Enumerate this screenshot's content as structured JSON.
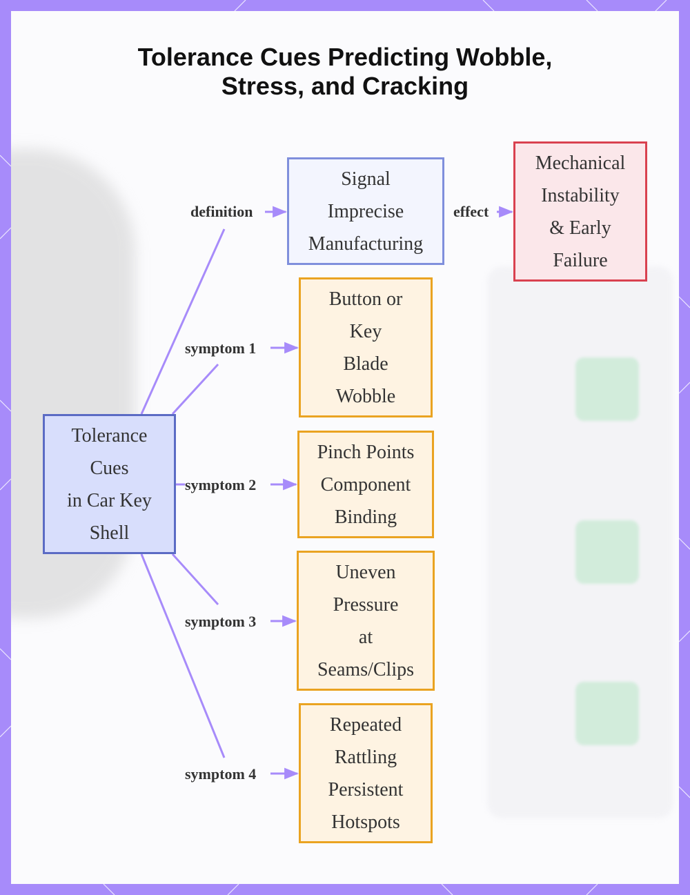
{
  "title": {
    "line1": "Tolerance Cues Predicting Wobble,",
    "line2": "Stress, and Cracking"
  },
  "colors": {
    "frame": "#a78bfa",
    "edge": "#a78bfa",
    "root_fill": "#d8defc",
    "root_border": "#5b6bc4",
    "definition_fill": "#f3f5fe",
    "definition_border": "#7f8fdc",
    "effect_fill": "#fbe7ea",
    "effect_border": "#d9414f",
    "symptom_fill": "#fef3e2",
    "symptom_border": "#eaa321"
  },
  "nodes": {
    "root": {
      "lines": [
        "Tolerance",
        "Cues",
        "in Car Key",
        "Shell"
      ]
    },
    "definition": {
      "lines": [
        "Signal",
        "Imprecise",
        "Manufacturing"
      ]
    },
    "effect": {
      "lines": [
        "Mechanical",
        "Instability",
        "& Early",
        "Failure"
      ]
    },
    "symptom1": {
      "lines": [
        "Button or",
        "Key",
        "Blade",
        "Wobble"
      ]
    },
    "symptom2": {
      "lines": [
        "Pinch Points",
        "Component",
        "Binding"
      ]
    },
    "symptom3": {
      "lines": [
        "Uneven",
        "Pressure",
        "at",
        "Seams/Clips"
      ]
    },
    "symptom4": {
      "lines": [
        "Repeated",
        "Rattling",
        "Persistent",
        "Hotspots"
      ]
    }
  },
  "edges": {
    "definition": "definition",
    "effect": "effect",
    "symptom1": "symptom 1",
    "symptom2": "symptom 2",
    "symptom3": "symptom 3",
    "symptom4": "symptom 4"
  }
}
